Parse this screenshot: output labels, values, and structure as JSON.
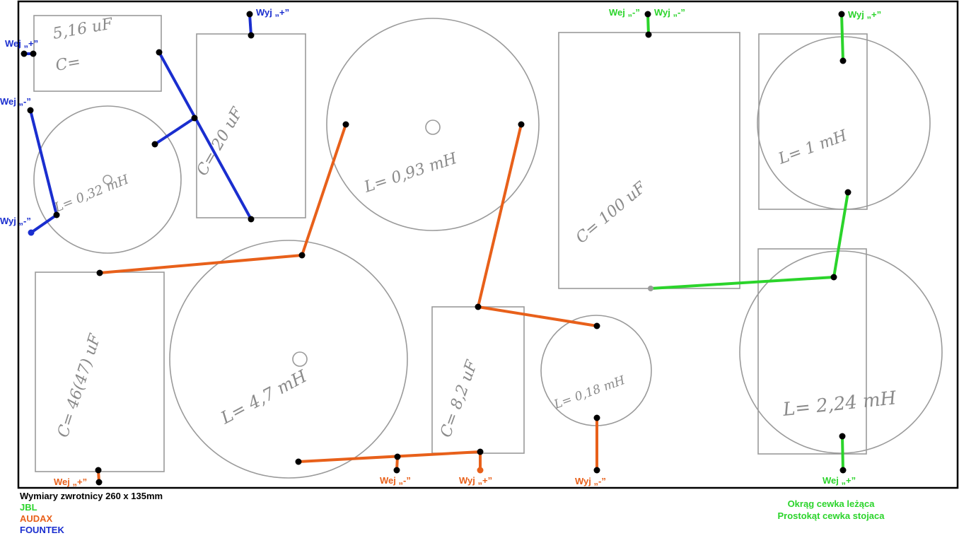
{
  "colors": {
    "jbl": "#2bd42b",
    "audax": "#e8601a",
    "fountek": "#1a2ecf",
    "sketch": "#9a9a9a",
    "frame": "#000000"
  },
  "components": {
    "cap_fountek_a_value": "5,16 uF",
    "cap_fountek_a_prefix": "C=",
    "ind_fountek": "L= 0,32 mH",
    "cap_fountek_b": "C= 20 uF",
    "cap_audax_a": "C= 46(47) uF",
    "ind_audax_big": "L= 4,7 mH",
    "ind_audax_top": "L= 0,93 mH",
    "cap_audax_b": "C= 8,2 uF",
    "ind_audax_small": "L= 0,18 mH",
    "cap_jbl": "C= 100 uF",
    "ind_jbl_top": "L= 1 mH",
    "ind_jbl_bottom": "L= 2,24 mH"
  },
  "terminals": {
    "fountek_in_plus": "Wej „+”",
    "fountek_in_minus": "Wej „-”",
    "fountek_out_minus": "Wyj „-”",
    "fountek_out_plus": "Wyj „+”",
    "jbl_in_minus": "Wej „-”",
    "jbl_out_minus": "Wyj „-”",
    "jbl_out_plus": "Wyj „+”",
    "jbl_in_plus": "Wej „+”",
    "audax_in_plus": "Wej „+”",
    "audax_in_minus": "Wej „-”",
    "audax_out_plus": "Wyj „+”",
    "audax_out_minus": "Wyj „-”"
  },
  "legend": {
    "dimensions": "Wymiary zwrotnicy 260 x 135mm",
    "jbl": "JBL",
    "audax": "AUDAX",
    "fountek": "FOUNTEK"
  },
  "notes": {
    "circle": "Okrąg cewka leżąca",
    "rectangle": "Prostokąt cewka stojaca"
  }
}
